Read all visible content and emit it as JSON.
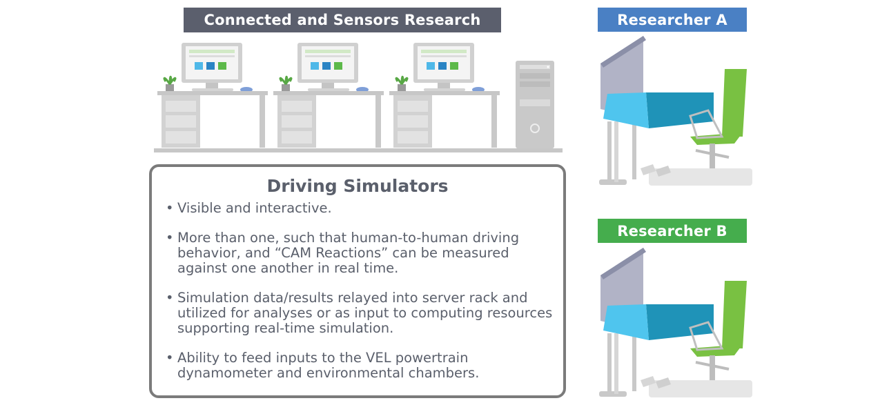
{
  "lab": {
    "title": "Connected and Sensors Research",
    "workstation_count": 3,
    "icon": "desk-computer-icon"
  },
  "researchers": [
    {
      "label": "Researcher A",
      "color": "#4a80c4"
    },
    {
      "label": "Researcher B",
      "color": "#45ad4d"
    }
  ],
  "simulators": {
    "title": "Driving Simulators",
    "bullet_glyph": "•",
    "bullets": [
      "Visible and interactive.",
      "More than one, such that human-to-human driving behavior, and “CAM Reactions” can be measured against one another in real time.",
      "Simulation data/results relayed into server rack and utilized for analyses or as input to computing resources supporting real-time simulation.",
      "Ability to feed inputs to the VEL powertrain dynamometer and environmental chambers."
    ]
  },
  "colors": {
    "banner_dark": "#5b5f6d",
    "researcher_a": "#4a80c4",
    "researcher_b": "#45ad4d",
    "chair_green": "#79c142",
    "screen_blue": "#1f93b8"
  }
}
